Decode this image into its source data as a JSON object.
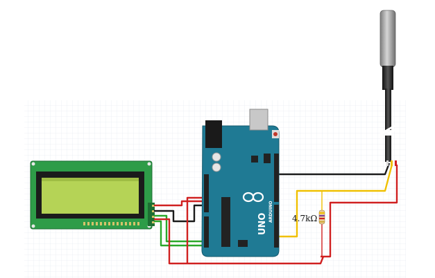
{
  "resistor": {
    "label": "4.7kΩ"
  },
  "arduino": {
    "logo_text": "UNO",
    "brand": "ARDUINO"
  },
  "colors": {
    "board": "#1f7a94",
    "lcd_pcb": "#2e9c48",
    "lcd_screen": "#b5d356",
    "wire_black": "#1a1a1a",
    "wire_red": "#d02020",
    "wire_yellow": "#f0c000",
    "wire_green": "#2aa82a",
    "probe": "#9a9a9a"
  }
}
